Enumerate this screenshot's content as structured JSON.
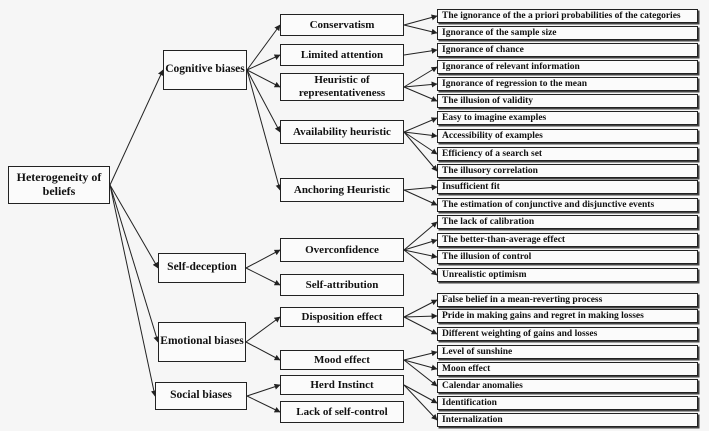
{
  "root": {
    "id": "root",
    "label": "Heterogeneity of beliefs"
  },
  "groups": [
    {
      "id": "cognitive",
      "label": "Cognitive biases",
      "biases": [
        {
          "id": "conservatism",
          "label": "Conservatism",
          "items": [
            "The ignorance of the a priori probabilities of the categories",
            "Ignorance of the sample size"
          ]
        },
        {
          "id": "limited-attention",
          "label": "Limited attention",
          "items": [
            "Ignorance of chance"
          ]
        },
        {
          "id": "representativeness",
          "label": "Heuristic of representativeness",
          "items": [
            "Ignorance of relevant information",
            "Ignorance of regression to the mean",
            "The illusion of validity"
          ]
        },
        {
          "id": "availability",
          "label": "Availability heuristic",
          "items": [
            "Easy to imagine examples",
            "Accessibility of examples",
            "Efficiency of a search set",
            "The illusory correlation"
          ]
        },
        {
          "id": "anchoring",
          "label": "Anchoring Heuristic",
          "items": [
            "Insufficient fit",
            "The estimation of conjunctive and disjunctive events"
          ]
        }
      ]
    },
    {
      "id": "self-deception",
      "label": "Self-deception",
      "biases": [
        {
          "id": "overconfidence",
          "label": "Overconfidence",
          "items": [
            "The lack of calibration",
            "The better-than-average effect",
            "The illusion of control",
            "Unrealistic optimism"
          ]
        },
        {
          "id": "self-attribution",
          "label": "Self-attribution",
          "items": []
        }
      ]
    },
    {
      "id": "emotional",
      "label": "Emotional biases",
      "biases": [
        {
          "id": "disposition",
          "label": "Disposition effect",
          "items": [
            "False belief in a mean-reverting process",
            "Pride in making gains and regret in making losses",
            "Different weighting of gains and losses"
          ]
        },
        {
          "id": "mood",
          "label": "Mood effect",
          "items": [
            "Level of sunshine",
            "Moon effect",
            "Calendar anomalies"
          ]
        }
      ]
    },
    {
      "id": "social",
      "label": "Social biases",
      "biases": [
        {
          "id": "herd",
          "label": "Herd Instinct",
          "items": [
            "Identification",
            "Internalization"
          ]
        },
        {
          "id": "self-control",
          "label": "Lack of self-control",
          "items": []
        }
      ]
    }
  ]
}
